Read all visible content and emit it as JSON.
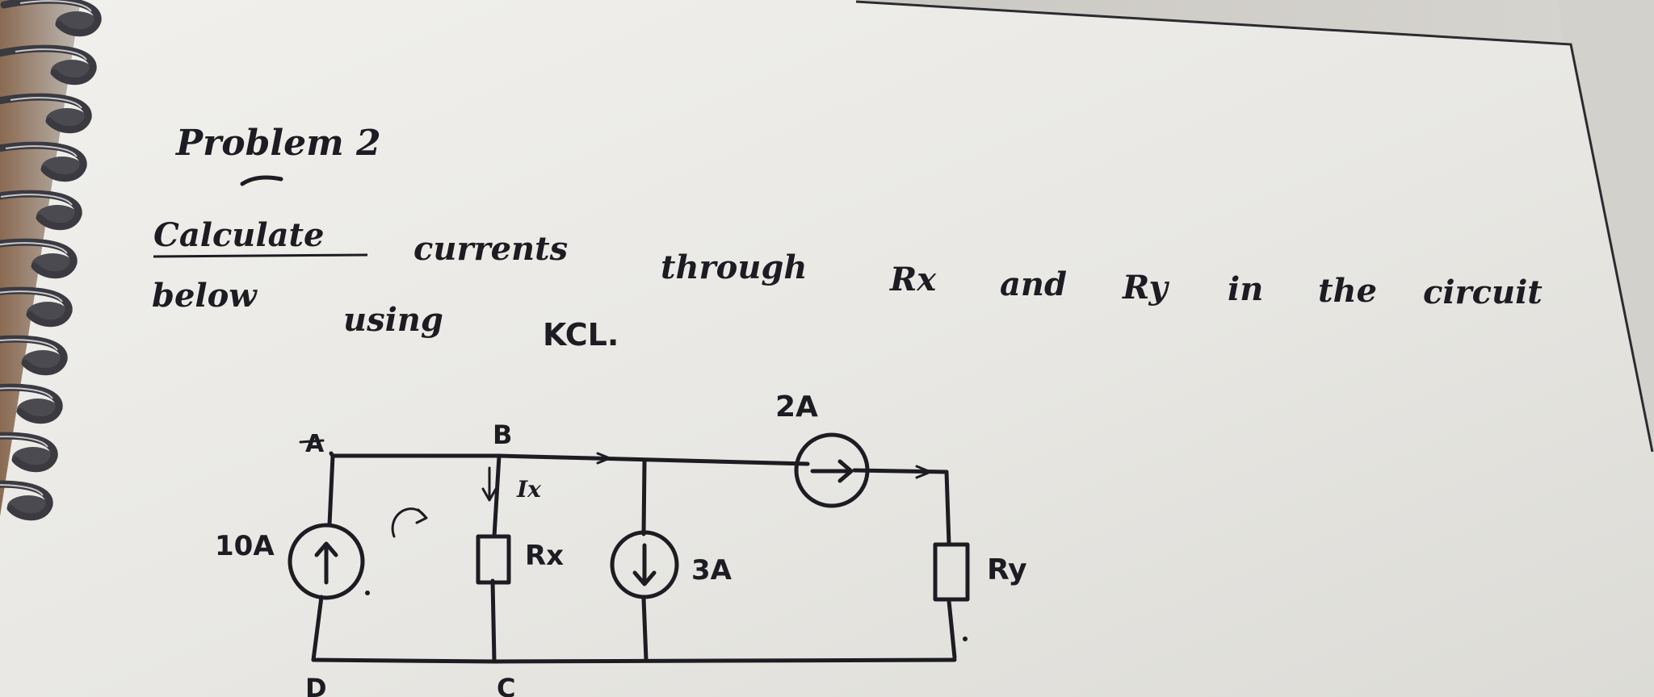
{
  "heading": "Problem 2",
  "instruction": {
    "line1_words": [
      "Calculate",
      "currents",
      "through",
      "Rx",
      "and",
      "Ry",
      "in",
      "the",
      "circuit"
    ],
    "line2_words": [
      "below",
      "using",
      "KCL."
    ]
  },
  "circuit": {
    "nodes": {
      "a": "A",
      "b": "B",
      "c": "C",
      "d": "D"
    },
    "current_label": "Ix",
    "sources": {
      "left": "10A",
      "middle": "3A",
      "top": "2A"
    },
    "resistors": {
      "rx": "Rx",
      "ry": "Ry"
    }
  },
  "colors": {
    "ink": "#1c1c22",
    "paper": "#e9e8e4",
    "wire_coil": "#3a3a40",
    "page_edge": "#2b2b30"
  }
}
